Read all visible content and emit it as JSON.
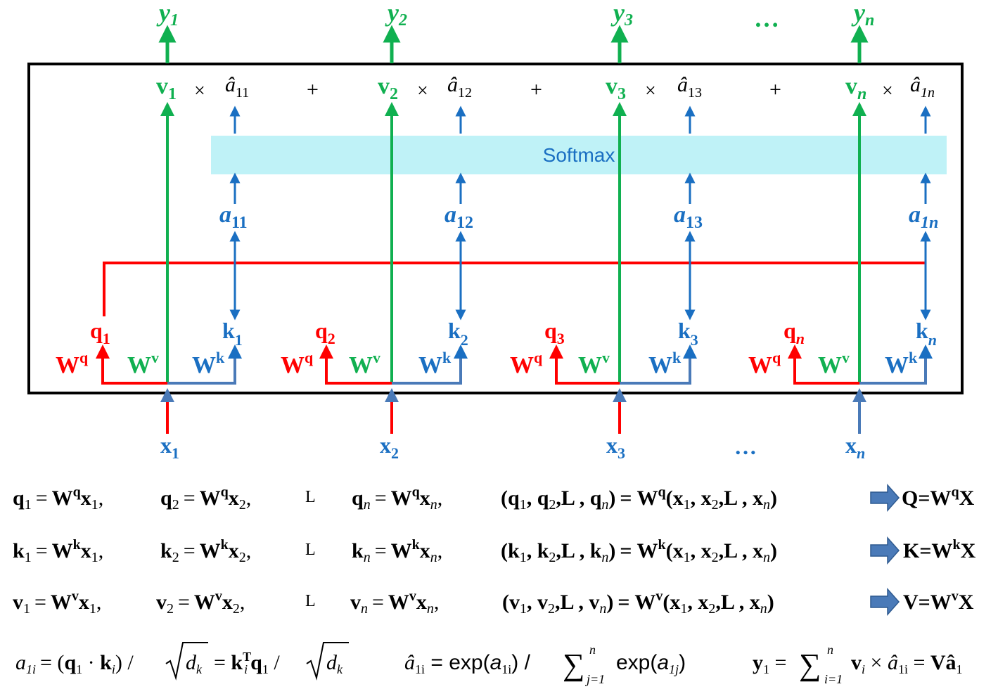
{
  "colors": {
    "query": "#ff0000",
    "key": "#1a6fc2",
    "value": "#10b050",
    "stem": "#4a7ab8",
    "softmax_fill": "#bff2f7",
    "softmax_text": "#1a6fc2",
    "frame": "#000000",
    "text": "#000000"
  },
  "outputs": [
    {
      "base": "y",
      "sub": "1"
    },
    {
      "base": "y",
      "sub": "2"
    },
    {
      "base": "y",
      "sub": "3"
    },
    {
      "base": "y",
      "sub": "n"
    }
  ],
  "output_ellipsis": "…",
  "sum_terms": [
    {
      "v_base": "v",
      "v_sub": "1",
      "times": "×",
      "a_sub": "11"
    },
    {
      "v_base": "v",
      "v_sub": "2",
      "times": "×",
      "a_sub": "12"
    },
    {
      "v_base": "v",
      "v_sub": "3",
      "times": "×",
      "a_sub": "13"
    },
    {
      "v_base": "v",
      "v_sub": "n",
      "times": "×",
      "a_sub": "1n"
    }
  ],
  "plus": "+",
  "softmax_label": "Softmax",
  "scores": [
    {
      "base": "a",
      "sub": "11"
    },
    {
      "base": "a",
      "sub": "12"
    },
    {
      "base": "a",
      "sub": "13"
    },
    {
      "base": "a",
      "sub": "1n"
    }
  ],
  "tokens": [
    {
      "q": "q",
      "q_sub": "1",
      "k": "k",
      "k_sub": "1",
      "x": "x",
      "x_sub": "1"
    },
    {
      "q": "q",
      "q_sub": "2",
      "k": "k",
      "k_sub": "2",
      "x": "x",
      "x_sub": "2"
    },
    {
      "q": "q",
      "q_sub": "3",
      "k": "k",
      "k_sub": "3",
      "x": "x",
      "x_sub": "3"
    },
    {
      "q": "q",
      "q_sub": "n",
      "k": "k",
      "k_sub": "n",
      "x": "x",
      "x_sub": "n"
    }
  ],
  "weights": {
    "w": "W",
    "q": "q",
    "v": "v",
    "k": "k"
  },
  "input_ellipsis": "…",
  "equations": {
    "row_q": {
      "e1": {
        "lhs": "q",
        "lhs_sub": "1",
        "eq": "=",
        "w": "W",
        "sup": "q",
        "x": "x",
        "x_sub": "1",
        "comma": ","
      },
      "e2": {
        "lhs": "q",
        "lhs_sub": "2",
        "eq": "=",
        "w": "W",
        "sup": "q",
        "x": "x",
        "x_sub": "2",
        "comma": ","
      },
      "dots": "L",
      "e3": {
        "lhs": "q",
        "lhs_sub": "n",
        "eq": "=",
        "w": "W",
        "sup": "q",
        "x": "x",
        "x_sub": "n",
        "comma": ","
      },
      "stack_lhs": [
        "(q",
        "1",
        ", q",
        "2",
        ",L  , q",
        "n",
        ")"
      ],
      "stack_rhs": [
        "= W",
        "q",
        "(x",
        "1",
        ", x",
        "2",
        ",L  , x",
        "n",
        ")"
      ],
      "result": "Q=W",
      "result_sup": "q",
      "result_end": "X"
    },
    "row_k": {
      "e1": {
        "lhs": "k",
        "lhs_sub": "1",
        "eq": "=",
        "w": "W",
        "sup": "k",
        "x": "x",
        "x_sub": "1",
        "comma": ","
      },
      "e2": {
        "lhs": "k",
        "lhs_sub": "2",
        "eq": "=",
        "w": "W",
        "sup": "k",
        "x": "x",
        "x_sub": "2",
        "comma": ","
      },
      "dots": "L",
      "e3": {
        "lhs": "k",
        "lhs_sub": "n",
        "eq": "=",
        "w": "W",
        "sup": "k",
        "x": "x",
        "x_sub": "n",
        "comma": ","
      },
      "stack_lhs": [
        "(k",
        "1",
        ", k",
        "2",
        ",L  , k",
        "n",
        ")"
      ],
      "stack_rhs": [
        "= W",
        "k",
        "(x",
        "1",
        ", x",
        "2",
        ",L  , x",
        "n",
        ")"
      ],
      "result": "K=W",
      "result_sup": "k",
      "result_end": "X"
    },
    "row_v": {
      "e1": {
        "lhs": "v",
        "lhs_sub": "1",
        "eq": "=",
        "w": "W",
        "sup": "v",
        "x": "x",
        "x_sub": "1",
        "comma": ","
      },
      "e2": {
        "lhs": "v",
        "lhs_sub": "2",
        "eq": "=",
        "w": "W",
        "sup": "v",
        "x": "x",
        "x_sub": "2",
        "comma": ","
      },
      "dots": "L",
      "e3": {
        "lhs": "v",
        "lhs_sub": "n",
        "eq": "=",
        "w": "W",
        "sup": "v",
        "x": "x",
        "x_sub": "n",
        "comma": ","
      },
      "stack_lhs": [
        "(v",
        "1",
        ", v",
        "2",
        ",L  , v",
        "n",
        ")"
      ],
      "stack_rhs": [
        "= W",
        "v",
        "(x",
        "1",
        ", x",
        "2",
        ",L  , x",
        "n",
        ")"
      ],
      "result": "V=W",
      "result_sup": "v",
      "result_end": "X"
    },
    "formula_a": {
      "a": "a",
      "a_sub": "1i",
      "eq1": "= (",
      "q": "q",
      "q_sub": "1",
      "dot": " · ",
      "k": "k",
      "k_sub": "i",
      "mid": ") / ",
      "d": "d",
      "d_sub": "k",
      "eq2": "= ",
      "kt": "k",
      "kt_sup": "T",
      "kt_sub": "i",
      "q2": "q",
      "q2_sub": "1",
      "div": " / "
    },
    "formula_ahat": {
      "a": "â",
      "a_sub": "1i",
      "eq": " = exp(",
      "a2": "a",
      "a2_sub": "1i",
      "mid": ") / ",
      "sum_top": "n",
      "sum_bot": "j=1",
      "exp": "exp(",
      "a3": "a",
      "a3_sub": "1j",
      "close": ")"
    },
    "formula_y": {
      "y": "y",
      "y_sub": "1",
      "eq": " = ",
      "sum_top": "n",
      "sum_bot": "i=1",
      "v": "v",
      "v_sub": "i",
      "times": " × ",
      "a": "â",
      "a_sub": "1i",
      "eq2": " = ",
      "V": "V",
      "ahat": "â",
      "ahat_sub": "1"
    }
  }
}
